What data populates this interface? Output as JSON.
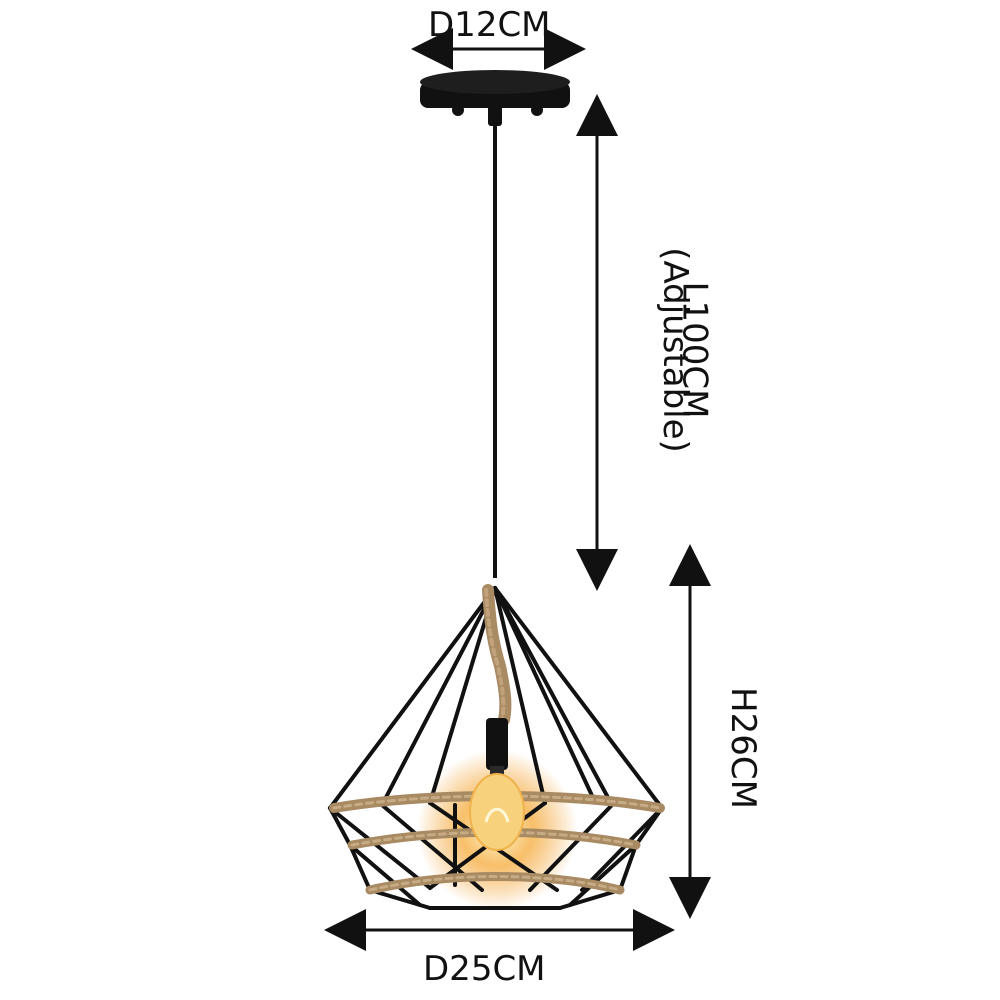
{
  "dimensions": {
    "canopy_diameter": "D12CM",
    "cord_length": "L100CM",
    "cord_note": "(Adjustable)",
    "shade_height": "H26CM",
    "shade_diameter": "D25CM"
  },
  "colors": {
    "metal": "#111111",
    "rope": "#a88a63",
    "bulb_glow": "#f2a33a",
    "dimension_line": "#111111"
  }
}
